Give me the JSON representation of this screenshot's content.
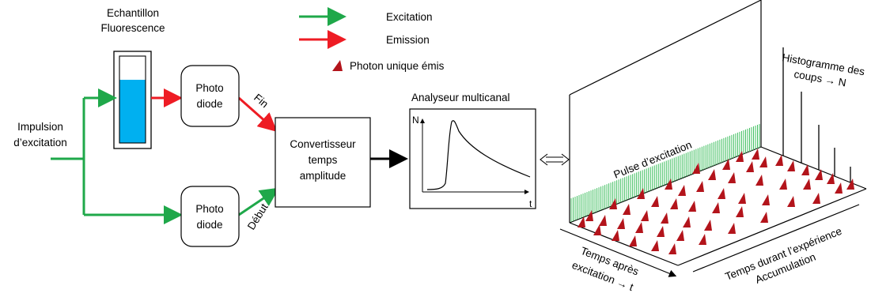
{
  "legend": {
    "excitation": "Excitation",
    "emission": "Emission",
    "photon": "Photon unique émis"
  },
  "sample": {
    "line1": "Echantillon",
    "line2": "Fluorescence"
  },
  "input": {
    "line1": "Impulsion",
    "line2": "d’excitation"
  },
  "photodiode_top": {
    "line1": "Photo",
    "line2": "diode"
  },
  "photodiode_bottom": {
    "line1": "Photo",
    "line2": "diode"
  },
  "signals": {
    "stop": "Fin",
    "start": "Début"
  },
  "tac": {
    "line1": "Convertisseur",
    "line2": "temps",
    "line3": "amplitude"
  },
  "mca": {
    "title": "Analyseur multicanal",
    "y_axis": "N",
    "x_axis": "t"
  },
  "panel3d": {
    "pulse": "Pulse d’excitation",
    "histogram_line1": "Histogramme des",
    "histogram_line2": "coups → N",
    "time_after_line1": "Temps après",
    "time_after_line2": "excitation → t",
    "time_during_line1": "Temps durant l’expérience",
    "time_during_line2": "Accumulation"
  },
  "colors": {
    "excitation": "#1fa84a",
    "emission": "#ee1c24",
    "photon": "#b3141b",
    "liquid": "#00b0f0",
    "pulse": "#3fbf5f"
  }
}
